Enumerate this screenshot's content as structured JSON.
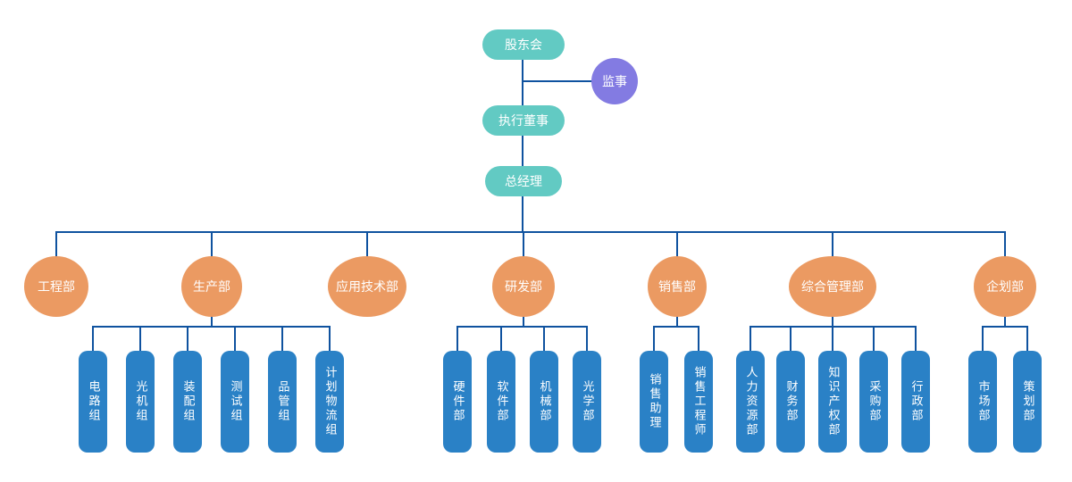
{
  "diagram": {
    "type": "organization-chart",
    "colors": {
      "teal": "#62CAC3",
      "purple": "#837BE2",
      "orange": "#EB9A62",
      "blue": "#2A81C6",
      "line": "#0F529F",
      "label": "#FFFFFF",
      "background": "#FFFFFF"
    },
    "governance": [
      {
        "id": "shareholders",
        "label": "股东会"
      },
      {
        "id": "supervisor",
        "label": "监事"
      },
      {
        "id": "executive-director",
        "label": "执行董事"
      },
      {
        "id": "general-manager",
        "label": "总经理"
      }
    ],
    "departments": [
      {
        "id": "engineering",
        "label": "工程部",
        "children": []
      },
      {
        "id": "production",
        "label": "生产部",
        "children": [
          "电路组",
          "光机组",
          "装配组",
          "测试组",
          "品管组",
          "计划物流组"
        ]
      },
      {
        "id": "applied-technology",
        "label": "应用技术部",
        "children": []
      },
      {
        "id": "rnd",
        "label": "研发部",
        "children": [
          "硬件部",
          "软件部",
          "机械部",
          "光学部"
        ]
      },
      {
        "id": "sales",
        "label": "销售部",
        "children": [
          "销售助理",
          "销售工程师"
        ]
      },
      {
        "id": "general-management",
        "label": "综合管理部",
        "children": [
          "人力资源部",
          "财务部",
          "知识产权部",
          "采购部",
          "行政部"
        ]
      },
      {
        "id": "planning",
        "label": "企划部",
        "children": [
          "市场部",
          "策划部"
        ]
      }
    ]
  }
}
